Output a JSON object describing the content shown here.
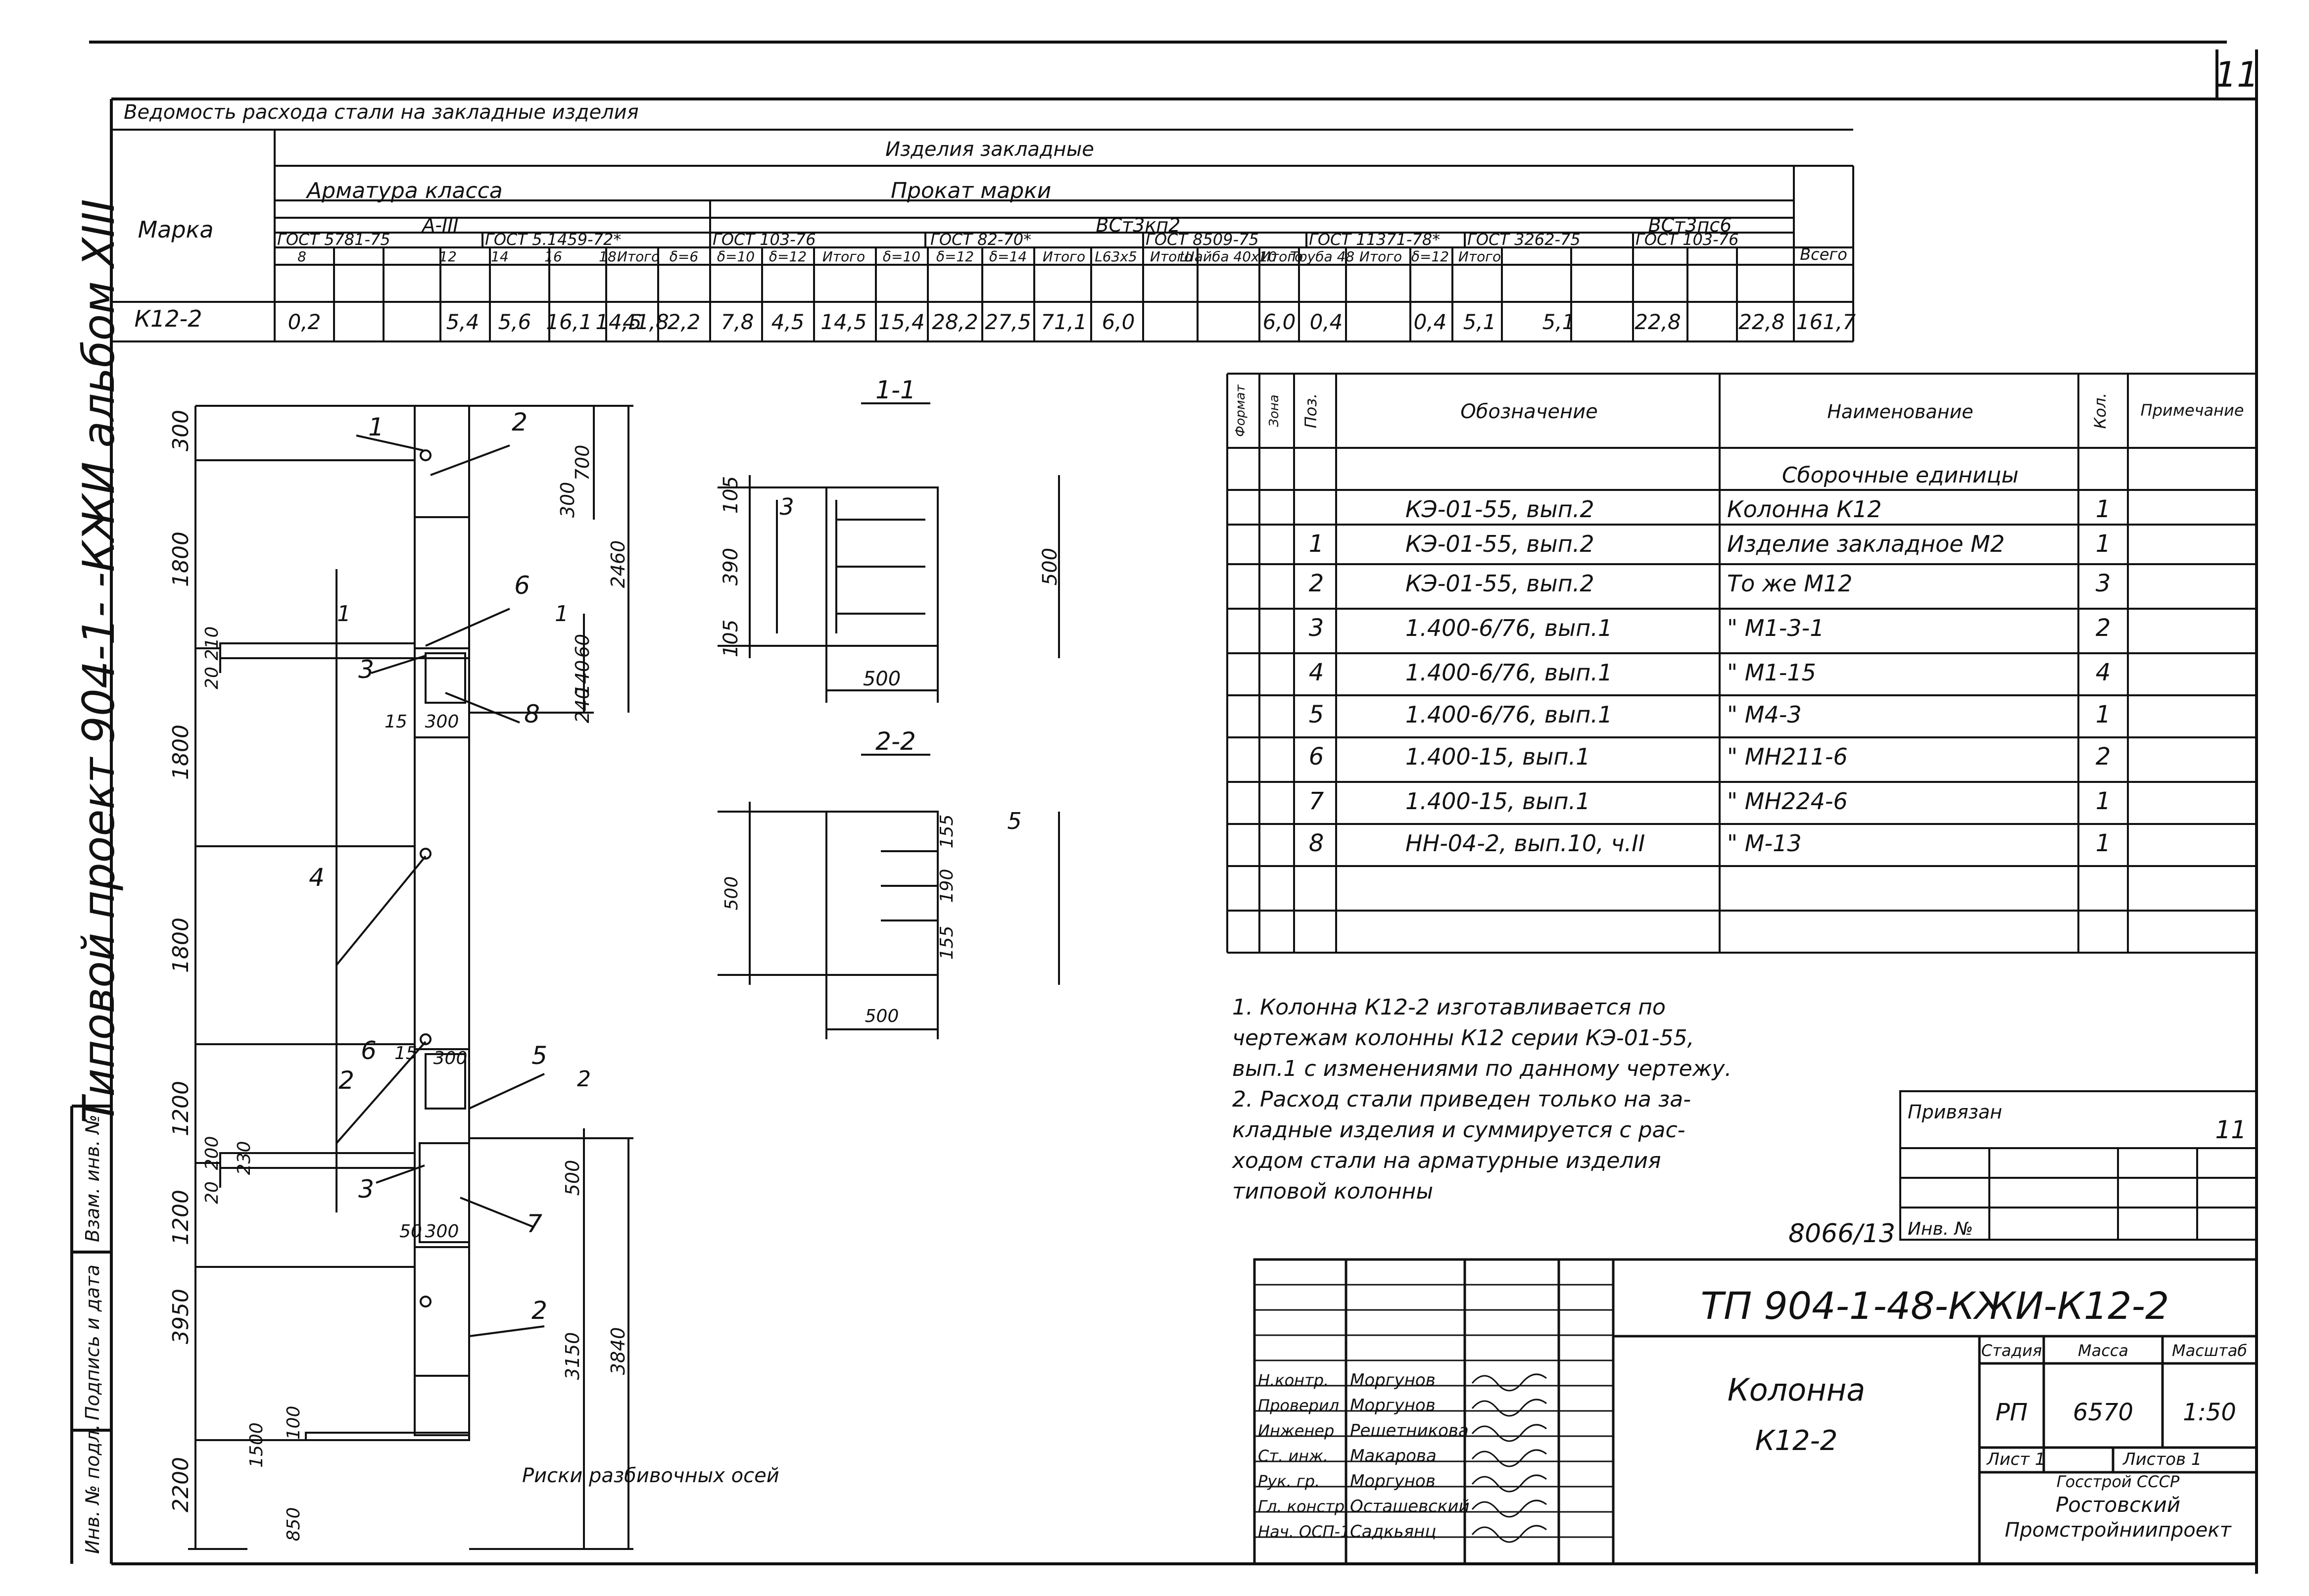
{
  "page": {
    "number": "11"
  },
  "side": {
    "album": "Типовой проект 904-1- -КЖИ альбом XIII",
    "stamps": [
      "Инв. № подл.",
      "Подпись и дата",
      "Взам. инв. №"
    ]
  },
  "steel": {
    "title": "Ведомость расхода стали на закладные изделия",
    "head_all": "Изделия закладные",
    "head_marka": "Марка",
    "head_rebar": "Арматура класса",
    "head_rolled": "Прокат марки",
    "rebar_class": "А-III",
    "rolled_grade": "ВСт3кп2",
    "rolled_grade2": "ВСт3пс6",
    "total": "Всего",
    "gosts": [
      "ГОСТ 5781-75",
      "ГОСТ 5.1459-72*",
      "ГОСТ 103-76",
      "ГОСТ 82-70*",
      "ГОСТ 8509-75",
      "ГОСТ 11371-78*",
      "ГОСТ 3262-75",
      "ГОСТ 103-76"
    ],
    "subheads": [
      "8",
      "12",
      "14",
      "16",
      "18",
      "Итого",
      "δ=6",
      "δ=10",
      "δ=12",
      "Итого",
      "δ=10",
      "δ=12",
      "δ=14",
      "Итого",
      "L63x5",
      "Итого",
      "Шайба 40x10",
      "Итого",
      "Труба 48",
      "Итого",
      "δ=12",
      "Итого"
    ],
    "row_marka": "К12-2",
    "row_values": [
      "0,2",
      "5,4",
      "5,6",
      "16,1",
      "14,5",
      "41,8",
      "2,2",
      "7,8",
      "4,5",
      "14,5",
      "15,4",
      "28,2",
      "27,5",
      "71,1",
      "6,0",
      "6,0",
      "0,4",
      "0,4",
      "5,1",
      "5,1",
      "22,8",
      "22,8",
      "161,7"
    ]
  },
  "elevation": {
    "left_dims": [
      "300",
      "1800",
      "1800",
      "1800",
      "1200",
      "1200",
      "3950",
      "2200"
    ],
    "small_dims": [
      "210",
      "20",
      "200",
      "230",
      "20",
      "1500",
      "100",
      "850"
    ],
    "right_dims": [
      "700",
      "300",
      "2460",
      "60",
      "140",
      "240",
      "2460",
      "500",
      "3150",
      "3840"
    ],
    "bottom_dims": [
      "15",
      "300",
      "50",
      "300",
      "15",
      "300"
    ],
    "callouts": [
      "1",
      "2",
      "6",
      "3",
      "8",
      "4",
      "6",
      "5",
      "3",
      "7",
      "2",
      "2"
    ],
    "section_marks": [
      "1",
      "1",
      "2"
    ],
    "axis_label": "Риски разбивочных осей"
  },
  "sections": {
    "s1": {
      "title": "1-1",
      "dims": [
        "105",
        "390",
        "105",
        "500",
        "500"
      ],
      "callout": "3"
    },
    "s2": {
      "title": "2-2",
      "dims": [
        "500",
        "155",
        "190",
        "155",
        "500"
      ],
      "callout": "5"
    }
  },
  "spec": {
    "headers": [
      "Формат",
      "Зона",
      "Поз.",
      "Обозначение",
      "Наименование",
      "Кол.",
      "Примечание"
    ],
    "section": "Сборочные единицы",
    "rows": [
      {
        "pos": "",
        "code": "КЭ-01-55, вып.2",
        "name": "Колонна К12",
        "qty": "1"
      },
      {
        "pos": "1",
        "code": "КЭ-01-55, вып.2",
        "name": "Изделие закладное М2",
        "qty": "1"
      },
      {
        "pos": "2",
        "code": "КЭ-01-55, вып.2",
        "name": "То же М12",
        "qty": "3"
      },
      {
        "pos": "3",
        "code": "1.400-6/76, вып.1",
        "name": "\"  М1-3-1",
        "qty": "2"
      },
      {
        "pos": "4",
        "code": "1.400-6/76, вып.1",
        "name": "\"  М1-15",
        "qty": "4"
      },
      {
        "pos": "5",
        "code": "1.400-6/76, вып.1",
        "name": "\"  М4-3",
        "qty": "1"
      },
      {
        "pos": "6",
        "code": "1.400-15, вып.1",
        "name": "\"  МН211-6",
        "qty": "2"
      },
      {
        "pos": "7",
        "code": "1.400-15, вып.1",
        "name": "\"  МН224-6",
        "qty": "1"
      },
      {
        "pos": "8",
        "code": "НН-04-2, вып.10, ч.II",
        "name": "\"  М-13",
        "qty": "1"
      }
    ]
  },
  "notes": [
    "1. Колонна К12-2 изготавливается по",
    "чертежам колонны К12 серии КЭ-01-55,",
    "вып.1 с изменениями по данному чертежу.",
    "2. Расход стали приведен только на за-",
    "кладные изделия и суммируется с рас-",
    "ходом стали на арматурные изделия",
    "типовой колонны"
  ],
  "privyazan": {
    "label": "Привязан",
    "page": "11",
    "inv": "Инв. №"
  },
  "doc_ref": "8066/13",
  "title_block": {
    "code": "ТП 904-1-48-КЖИ-К12-2",
    "name1": "Колонна",
    "name2": "К12-2",
    "stage_h": "Стадия",
    "mass_h": "Масса",
    "scale_h": "Масштаб",
    "stage": "РП",
    "mass": "6570",
    "scale": "1:50",
    "sheet": "Лист 1",
    "sheets": "Листов 1",
    "org1": "Госстрой СССР",
    "org2": "Ростовский",
    "org3": "Промстройниипроект",
    "roles": [
      "Н.контр.",
      "Проверил",
      "Инженер",
      "Ст. инж.",
      "Рук. гр.",
      "Гл. констр.",
      "Нач. ОСП-1"
    ],
    "names": [
      "Моргунов",
      "Моргунов",
      "Решетникова",
      "Макарова",
      "Моргунов",
      "Осташевский",
      "Садкьянц"
    ]
  }
}
